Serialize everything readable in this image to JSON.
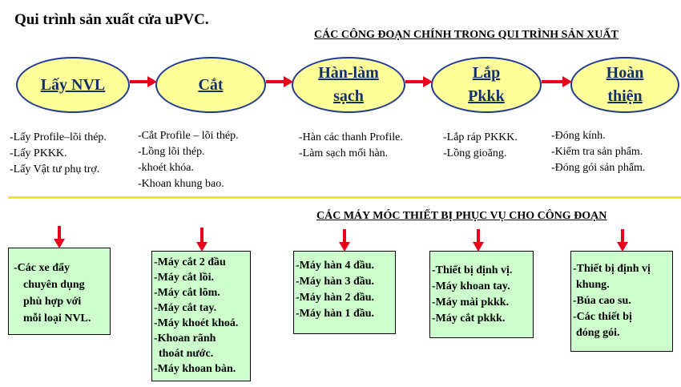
{
  "title": "Qui trình sản xuất cửa uPVC.",
  "heading_top": "CÁC CÔNG ĐOẠN CHÍNH TRONG QUI TRÌNH SẢN XUẤT",
  "heading_bottom": "CÁC MÁY MÓC THIẾT BỊ PHỤC VỤ CHO CÔNG ĐOẠN",
  "colors": {
    "ellipse_fill": "#ffff99",
    "ellipse_border": "#1f3a93",
    "arrow": "#e8001c",
    "box_fill": "#ccffcc",
    "separator": "#f0f000"
  },
  "stages": [
    {
      "lines": [
        "Lấy NVL"
      ]
    },
    {
      "lines": [
        "Cắt"
      ]
    },
    {
      "lines": [
        "Hàn-làm",
        "sạch"
      ]
    },
    {
      "lines": [
        "Lắp",
        "Pkkk"
      ]
    },
    {
      "lines": [
        "Hoàn",
        "thiện"
      ]
    }
  ],
  "tasks": [
    [
      "-Lấy Profile–lõi thép.",
      "-Lấy PKKK.",
      "-Lấy Vật tư phụ trợ."
    ],
    [
      "-Cắt Profile – lõi thép.",
      "-Lồng lõi thép.",
      "-khoét khóa.",
      "-Khoan khung bao."
    ],
    [
      "-Hàn các thanh Profile.",
      "-Làm sạch mối hàn."
    ],
    [
      "-Lắp ráp PKKK.",
      "-Lồng gioăng."
    ],
    [
      "-Đóng kính.",
      "-Kiểm tra sản phẩm.",
      "-Đóng gói sản phẩm."
    ]
  ],
  "equipment": [
    [
      "-Các xe đẩy",
      "chuyên dụng",
      "phù hợp với",
      "mỗi loại NVL."
    ],
    [
      "-Máy cắt 2 đầu",
      "-Máy cắt lồi.",
      "-Máy cắt lõm.",
      "-Máy cắt tay.",
      "-Máy khoét khoá.",
      "-Khoan rãnh",
      "thoát nước.",
      "-Máy khoan bàn."
    ],
    [
      "-Máy hàn 4 đầu.",
      "-Máy hàn 3 đầu.",
      "-Máy hàn 2 đầu.",
      "-Máy hàn 1 đầu."
    ],
    [
      "-Thiết bị định vị.",
      "-Máy khoan tay.",
      "-Máy mài pkkk.",
      "-Máy cắt pkkk."
    ],
    [
      "-Thiết bị định vị",
      "khung.",
      "-Búa cao su.",
      "-Các thiết bị",
      "đóng gói."
    ]
  ]
}
